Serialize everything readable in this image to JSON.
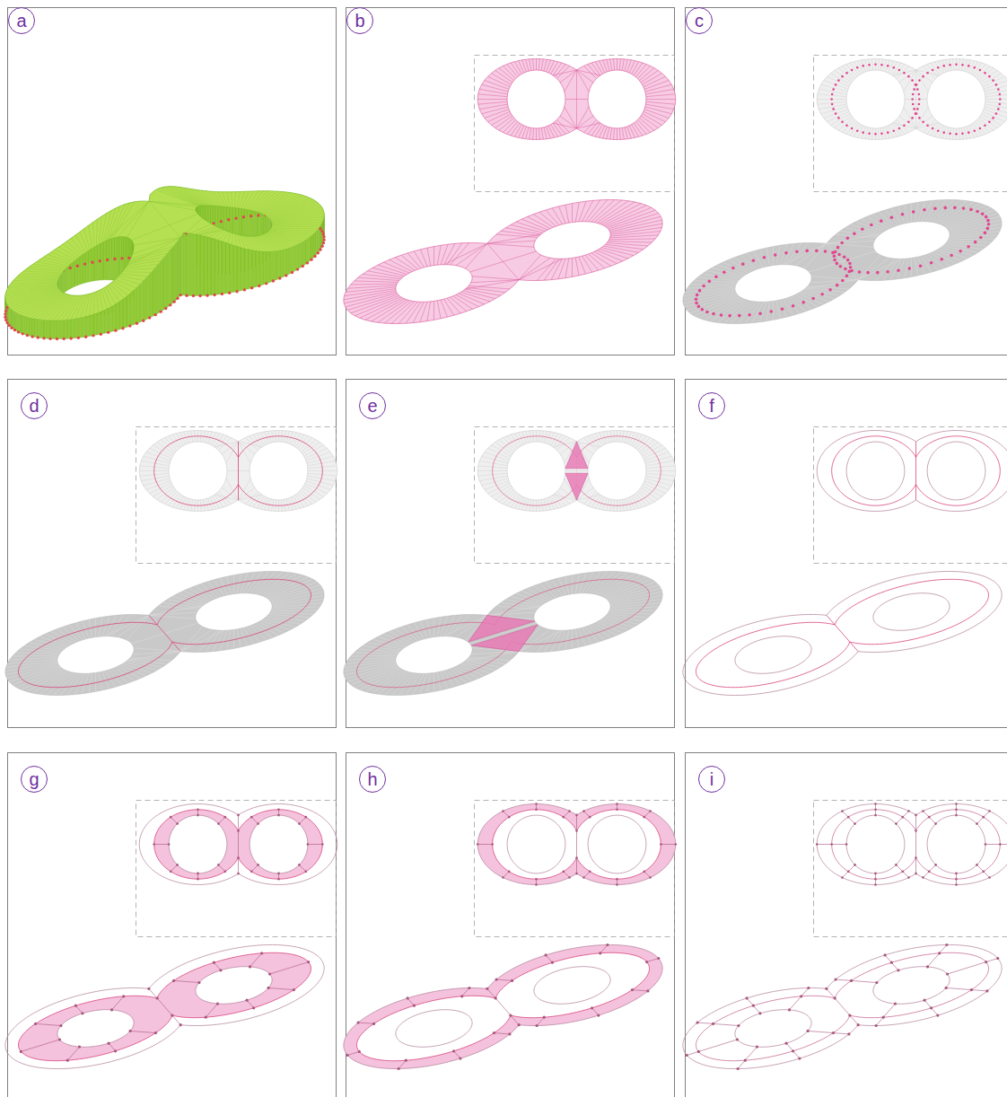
{
  "diagram": {
    "nodes": [
      {
        "text": [
          "a"
        ]
      },
      {
        "text": [
          "b"
        ]
      },
      {
        "text": [
          "c"
        ]
      },
      {
        "text": [
          "d"
        ]
      },
      {
        "text": [
          "e"
        ]
      },
      {
        "text": [
          "f"
        ]
      },
      {
        "text": [
          "g"
        ]
      },
      {
        "text": [
          "h"
        ]
      },
      {
        "text": [
          "i"
        ]
      }
    ]
  }
}
